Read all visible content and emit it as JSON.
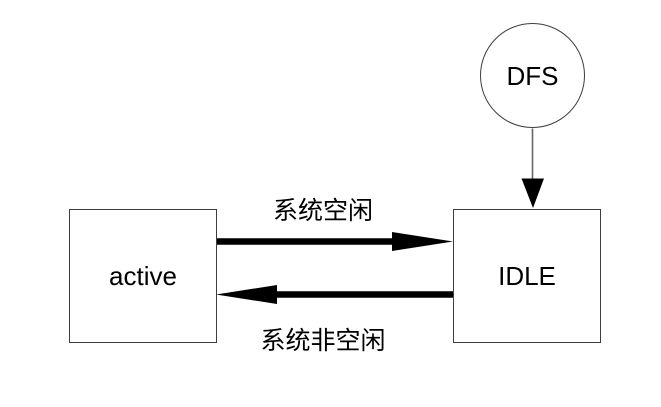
{
  "diagram": {
    "type": "state-diagram",
    "nodes": [
      {
        "id": "dfs",
        "label": "DFS",
        "shape": "circle"
      },
      {
        "id": "active",
        "label": "active",
        "shape": "rectangle"
      },
      {
        "id": "idle",
        "label": "IDLE",
        "shape": "rectangle"
      }
    ],
    "edges": [
      {
        "from": "DFS",
        "to": "IDLE",
        "line": "thin",
        "direction": "down"
      },
      {
        "from": "active",
        "to": "IDLE",
        "line": "thick",
        "direction": "right",
        "label": "系统空闲"
      },
      {
        "from": "IDLE",
        "to": "active",
        "line": "thick",
        "direction": "left",
        "label": "系统非空闲"
      }
    ]
  },
  "colors": {
    "background": "#ffffff",
    "node-fill": "#ffffff",
    "node-stroke": "#3d3d3d",
    "arrow": "#000000",
    "connector": "#666666",
    "text": "#000000"
  }
}
